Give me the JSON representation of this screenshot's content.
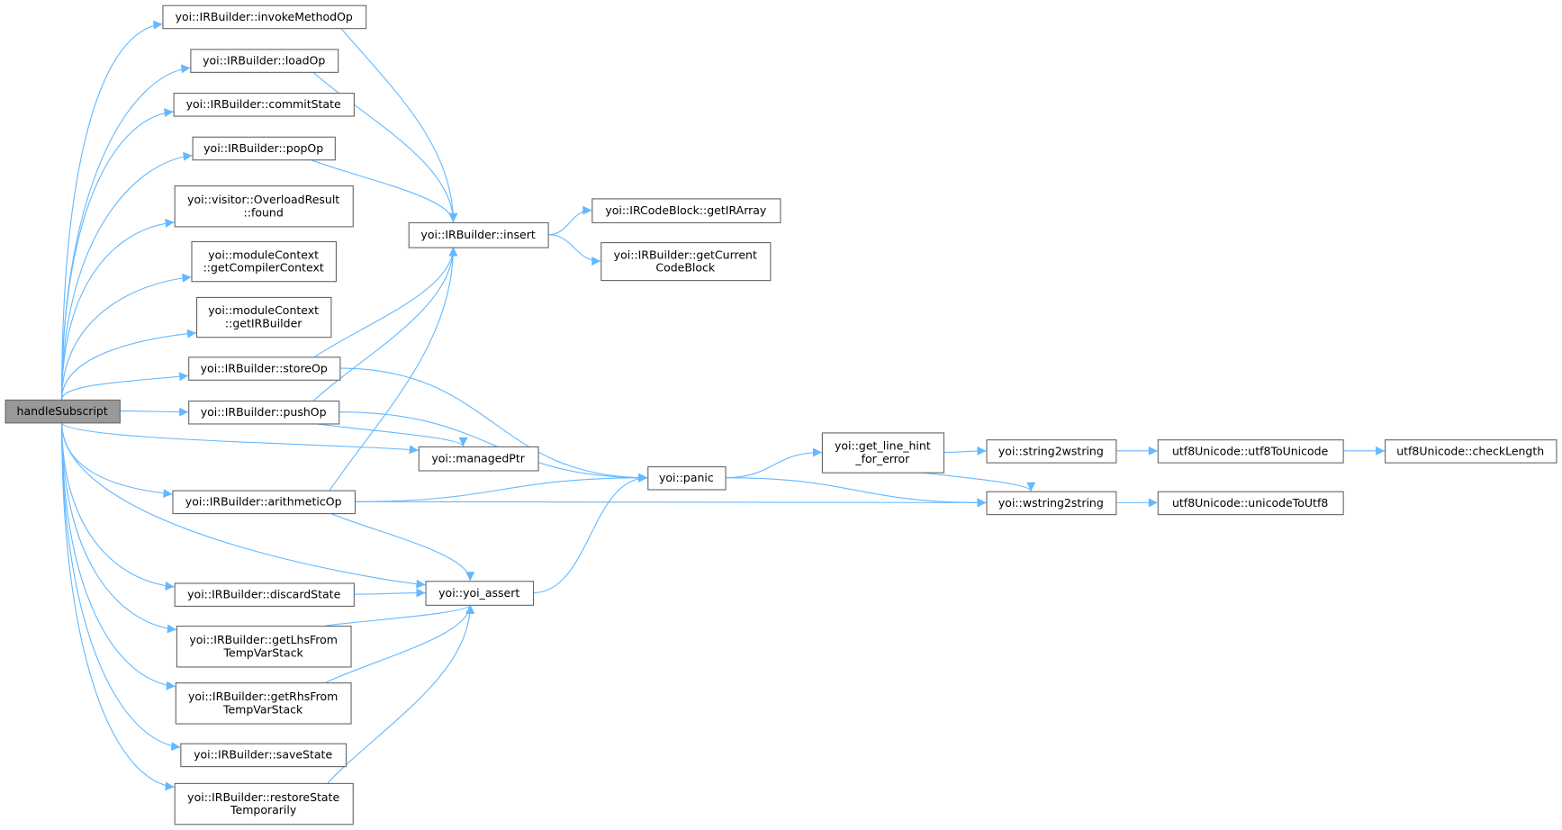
{
  "title": "handleSubscript call graph",
  "colors": {
    "edge": "#63b8ff",
    "root_fill": "#999999",
    "border": "#666666"
  },
  "nodes": [
    {
      "id": "handleSubscript",
      "lines": [
        "handleSubscript"
      ],
      "root": true
    },
    {
      "id": "invokeMethodOp",
      "lines": [
        "yoi::IRBuilder::invokeMethodOp"
      ]
    },
    {
      "id": "loadOp",
      "lines": [
        "yoi::IRBuilder::loadOp"
      ]
    },
    {
      "id": "commitState",
      "lines": [
        "yoi::IRBuilder::commitState"
      ]
    },
    {
      "id": "popOp",
      "lines": [
        "yoi::IRBuilder::popOp"
      ]
    },
    {
      "id": "found",
      "lines": [
        "yoi::visitor::OverloadResult",
        "::found"
      ]
    },
    {
      "id": "getCompilerContext",
      "lines": [
        "yoi::moduleContext",
        "::getCompilerContext"
      ]
    },
    {
      "id": "getIRBuilder",
      "lines": [
        "yoi::moduleContext",
        "::getIRBuilder"
      ]
    },
    {
      "id": "storeOp",
      "lines": [
        "yoi::IRBuilder::storeOp"
      ]
    },
    {
      "id": "pushOp",
      "lines": [
        "yoi::IRBuilder::pushOp"
      ]
    },
    {
      "id": "arithmeticOp",
      "lines": [
        "yoi::IRBuilder::arithmeticOp"
      ]
    },
    {
      "id": "discardState",
      "lines": [
        "yoi::IRBuilder::discardState"
      ]
    },
    {
      "id": "getLhs",
      "lines": [
        "yoi::IRBuilder::getLhsFrom",
        "TempVarStack"
      ]
    },
    {
      "id": "getRhs",
      "lines": [
        "yoi::IRBuilder::getRhsFrom",
        "TempVarStack"
      ]
    },
    {
      "id": "saveState",
      "lines": [
        "yoi::IRBuilder::saveState"
      ]
    },
    {
      "id": "restoreState",
      "lines": [
        "yoi::IRBuilder::restoreState",
        "Temporarily"
      ]
    },
    {
      "id": "insert",
      "lines": [
        "yoi::IRBuilder::insert"
      ]
    },
    {
      "id": "getIRArray",
      "lines": [
        "yoi::IRCodeBlock::getIRArray"
      ]
    },
    {
      "id": "getCurrentCodeBlock",
      "lines": [
        "yoi::IRBuilder::getCurrent",
        "CodeBlock"
      ]
    },
    {
      "id": "managedPtr",
      "lines": [
        "yoi::managedPtr"
      ]
    },
    {
      "id": "panic",
      "lines": [
        "yoi::panic"
      ]
    },
    {
      "id": "yoi_assert",
      "lines": [
        "yoi::yoi_assert"
      ]
    },
    {
      "id": "get_line_hint",
      "lines": [
        "yoi::get_line_hint",
        "_for_error"
      ]
    },
    {
      "id": "string2wstring",
      "lines": [
        "yoi::string2wstring"
      ]
    },
    {
      "id": "wstring2string",
      "lines": [
        "yoi::wstring2string"
      ]
    },
    {
      "id": "utf8ToUnicode",
      "lines": [
        "utf8Unicode::utf8ToUnicode"
      ]
    },
    {
      "id": "unicodeToUtf8",
      "lines": [
        "utf8Unicode::unicodeToUtf8"
      ]
    },
    {
      "id": "checkLength",
      "lines": [
        "utf8Unicode::checkLength"
      ]
    }
  ],
  "edges": [
    [
      "handleSubscript",
      "invokeMethodOp"
    ],
    [
      "handleSubscript",
      "loadOp"
    ],
    [
      "handleSubscript",
      "commitState"
    ],
    [
      "handleSubscript",
      "popOp"
    ],
    [
      "handleSubscript",
      "found"
    ],
    [
      "handleSubscript",
      "getCompilerContext"
    ],
    [
      "handleSubscript",
      "getIRBuilder"
    ],
    [
      "handleSubscript",
      "storeOp"
    ],
    [
      "handleSubscript",
      "pushOp"
    ],
    [
      "handleSubscript",
      "managedPtr"
    ],
    [
      "handleSubscript",
      "arithmeticOp"
    ],
    [
      "handleSubscript",
      "yoi_assert"
    ],
    [
      "handleSubscript",
      "discardState"
    ],
    [
      "handleSubscript",
      "getLhs"
    ],
    [
      "handleSubscript",
      "getRhs"
    ],
    [
      "handleSubscript",
      "saveState"
    ],
    [
      "handleSubscript",
      "restoreState"
    ],
    [
      "invokeMethodOp",
      "insert"
    ],
    [
      "loadOp",
      "insert"
    ],
    [
      "popOp",
      "insert"
    ],
    [
      "storeOp",
      "insert"
    ],
    [
      "pushOp",
      "insert"
    ],
    [
      "arithmeticOp",
      "insert"
    ],
    [
      "storeOp",
      "panic"
    ],
    [
      "pushOp",
      "panic"
    ],
    [
      "pushOp",
      "managedPtr"
    ],
    [
      "arithmeticOp",
      "panic"
    ],
    [
      "arithmeticOp",
      "yoi_assert"
    ],
    [
      "arithmeticOp",
      "wstring2string"
    ],
    [
      "discardState",
      "yoi_assert"
    ],
    [
      "getLhs",
      "yoi_assert"
    ],
    [
      "getRhs",
      "yoi_assert"
    ],
    [
      "restoreState",
      "yoi_assert"
    ],
    [
      "yoi_assert",
      "panic"
    ],
    [
      "insert",
      "getIRArray"
    ],
    [
      "insert",
      "getCurrentCodeBlock"
    ],
    [
      "panic",
      "get_line_hint"
    ],
    [
      "panic",
      "wstring2string"
    ],
    [
      "get_line_hint",
      "string2wstring"
    ],
    [
      "get_line_hint",
      "wstring2string"
    ],
    [
      "string2wstring",
      "utf8ToUnicode"
    ],
    [
      "utf8ToUnicode",
      "checkLength"
    ],
    [
      "wstring2string",
      "unicodeToUtf8"
    ]
  ]
}
